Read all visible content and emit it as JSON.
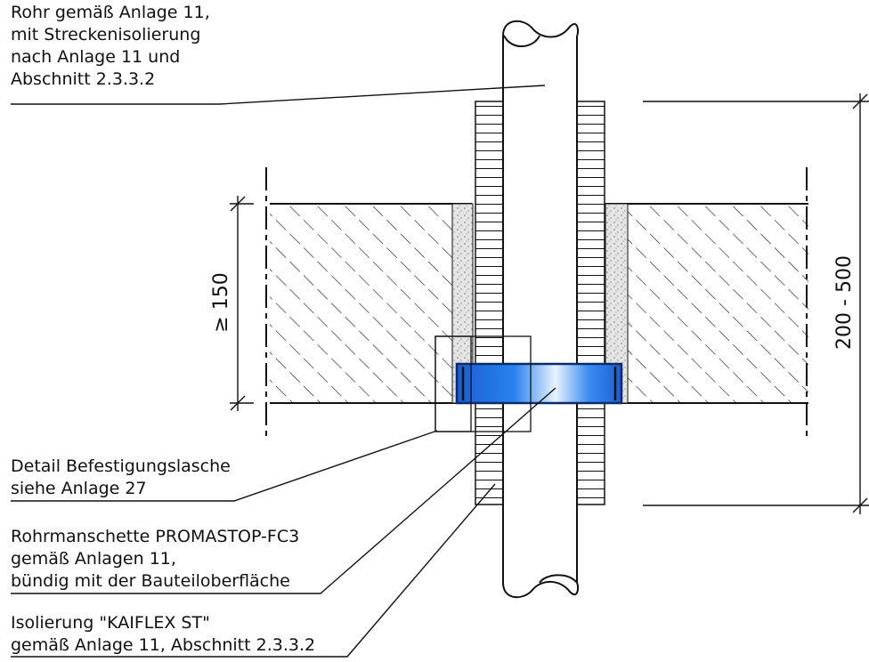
{
  "labels": {
    "pipe": [
      "Rohr gemäß Anlage 11,",
      "mit Streckenisolierung",
      "nach Anlage 11 und",
      "Abschnitt 2.3.3.2"
    ],
    "detail": [
      "Detail Befestigungslasche",
      "siehe Anlage 27"
    ],
    "sleeve": [
      "Rohrmanschette PROMASTOP-FC3",
      "gemäß Anlagen 11,",
      "bündig mit der Bauteiloberfläche"
    ],
    "insulation": [
      "Isolierung \"KAIFLEX ST\"",
      "gemäß Anlage 11, Abschnitt 2.3.3.2"
    ]
  },
  "dimensions": {
    "wall_thickness": "≥ 150",
    "insulation_length": "200 - 500"
  },
  "colors": {
    "line": "#111111",
    "sleeve_blue": "#1e6fe0",
    "sleeve_highlight": "#dcecff",
    "pipe_fill": "#ffffff",
    "speckle": "#dadada"
  }
}
